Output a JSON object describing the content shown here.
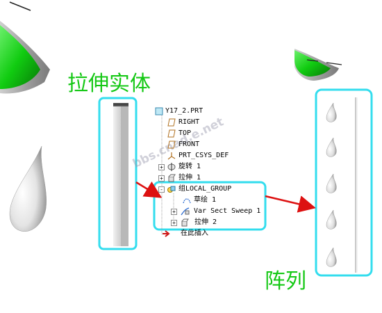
{
  "labels": {
    "extrude_solid": "拉伸实体",
    "pattern": "阵列"
  },
  "watermark": "bbs.cnad.e.net",
  "model_tree": {
    "items": [
      {
        "label": "Y17_2.PRT",
        "icon": "part-icon"
      },
      {
        "label": "RIGHT",
        "icon": "datum-plane-icon"
      },
      {
        "label": "TOP",
        "icon": "datum-plane-icon"
      },
      {
        "label": "FRONT",
        "icon": "datum-plane-icon"
      },
      {
        "label": "PRT_CSYS_DEF",
        "icon": "csys-icon"
      },
      {
        "label": "旋转 1",
        "icon": "revolve-icon",
        "expander": "+"
      },
      {
        "label": "拉伸 1",
        "icon": "extrude-icon",
        "expander": "+"
      },
      {
        "label": "组LOCAL_GROUP",
        "icon": "group-icon",
        "expander": "-"
      },
      {
        "label": "草绘 1",
        "icon": "sketch-icon"
      },
      {
        "label": "Var Sect Sweep 1",
        "icon": "sweep-icon",
        "expander": "+"
      },
      {
        "label": "拉伸 2",
        "icon": "extrude-icon",
        "expander": "+"
      },
      {
        "label": "在此插入",
        "icon": "insert-here-icon"
      }
    ]
  },
  "colors": {
    "label_green": "#14c814",
    "highlight_cyan": "#33ddee",
    "arrow_red": "#dd1111",
    "model_green": "#11cc11"
  }
}
